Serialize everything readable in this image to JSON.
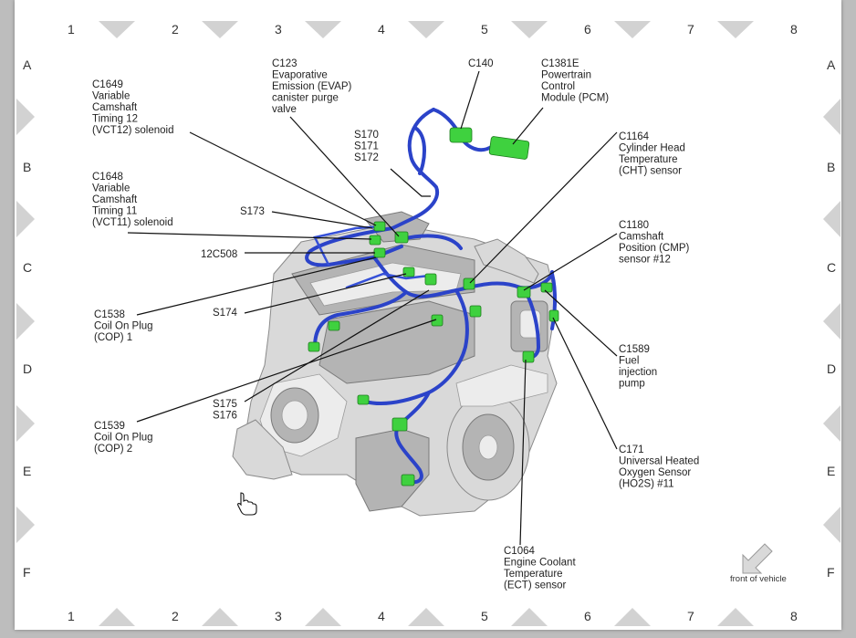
{
  "grid": {
    "columns": [
      "1",
      "2",
      "3",
      "4",
      "5",
      "6",
      "7",
      "8"
    ],
    "rows": [
      "A",
      "B",
      "C",
      "D",
      "E",
      "F"
    ]
  },
  "callouts": {
    "c1649": [
      "C1649",
      "Variable",
      "Camshaft",
      "Timing 12",
      "(VCT12) solenoid"
    ],
    "c123": [
      "C123",
      "Evaporative",
      "Emission (EVAP)",
      "canister purge",
      "valve"
    ],
    "c140": [
      "C140"
    ],
    "c1381e": [
      "C1381E",
      "Powertrain",
      "Control",
      "Module (PCM)"
    ],
    "s170": [
      "S170",
      "S171",
      "S172"
    ],
    "c1164": [
      "C1164",
      "Cylinder Head",
      "Temperature",
      "(CHT) sensor"
    ],
    "c1648": [
      "C1648",
      "Variable",
      "Camshaft",
      "Timing 11",
      "(VCT11) solenoid"
    ],
    "s173": [
      "S173"
    ],
    "c12c508": [
      "12C508"
    ],
    "c1180": [
      "C1180",
      "Camshaft",
      "Position (CMP)",
      "sensor #12"
    ],
    "c1538": [
      "C1538",
      "Coil On Plug",
      "(COP) 1"
    ],
    "s174": [
      "S174"
    ],
    "c1589": [
      "C1589",
      "Fuel",
      "injection",
      "pump"
    ],
    "s175": [
      "S175",
      "S176"
    ],
    "c1539": [
      "C1539",
      "Coil On Plug",
      "(COP) 2"
    ],
    "c171": [
      "C171",
      "Universal Heated",
      "Oxygen Sensor",
      "(HO2S) #11"
    ],
    "c1064": [
      "C1064",
      "Engine Coolant",
      "Temperature",
      "(ECT) sensor"
    ]
  },
  "orientation": {
    "label": "front of vehicle",
    "icon": "arrow-down-left-icon"
  },
  "cursor_icon": "hand-pointer-icon",
  "colors": {
    "harness": "#2b43c9",
    "connector": "#3fd13f",
    "engine": "#d9d9d9"
  }
}
